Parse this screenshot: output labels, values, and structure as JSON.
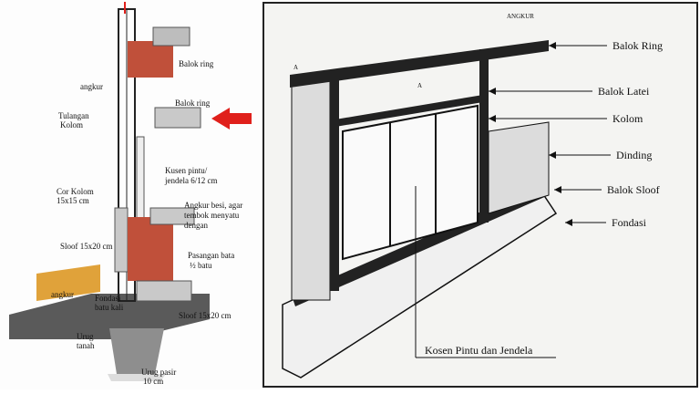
{
  "left_diagram": {
    "labels": {
      "balok_ring_top": "Balok ring",
      "angkur": "angkur",
      "balok_ring_mid": "Balok ring",
      "tulangan_kolom_1": "Tulangan",
      "tulangan_kolom_2": "Kolom",
      "kusen_1": "Kusen pintu/",
      "kusen_2": "jendela 6/12 cm",
      "cor_kolom_1": "Cor Kolom",
      "cor_kolom_2": "15x15 cm",
      "angkur_besi_1": "Angkur besi, agar",
      "angkur_besi_2": "tembok menyatu",
      "angkur_besi_3": "dengan",
      "sloof_left": "Sloof 15x20 cm",
      "pasangan_bata_1": "Pasangan bata",
      "pasangan_bata_2": "½ batu",
      "angkur_bottom": "angkur",
      "fondasi_1": "Fondasi",
      "fondasi_2": "batu kali",
      "sloof_right": "Sloof  15x20 cm",
      "urug_tanah_1": "Urug",
      "urug_tanah_2": "tanah",
      "urug_pasir_1": "Urug pasir",
      "urug_pasir_2": "10 cm"
    },
    "colors": {
      "brick": "#c0503a",
      "concrete": "#c9c9c9",
      "rebar": "#222222",
      "footing": "#e0a23a",
      "arrow": "#e0201b"
    }
  },
  "right_diagram": {
    "labels": {
      "angkur_top": "ANGKUR",
      "section_a_left": "A",
      "section_a_mid": "A",
      "balok_ring": "Balok Ring",
      "balok_latei": "Balok Latei",
      "kolom": "Kolom",
      "dinding": "Dinding",
      "balok_sloof": "Balok Sloof",
      "fondasi": "Fondasi",
      "kosen": "Kosen Pintu dan Jendela"
    }
  }
}
